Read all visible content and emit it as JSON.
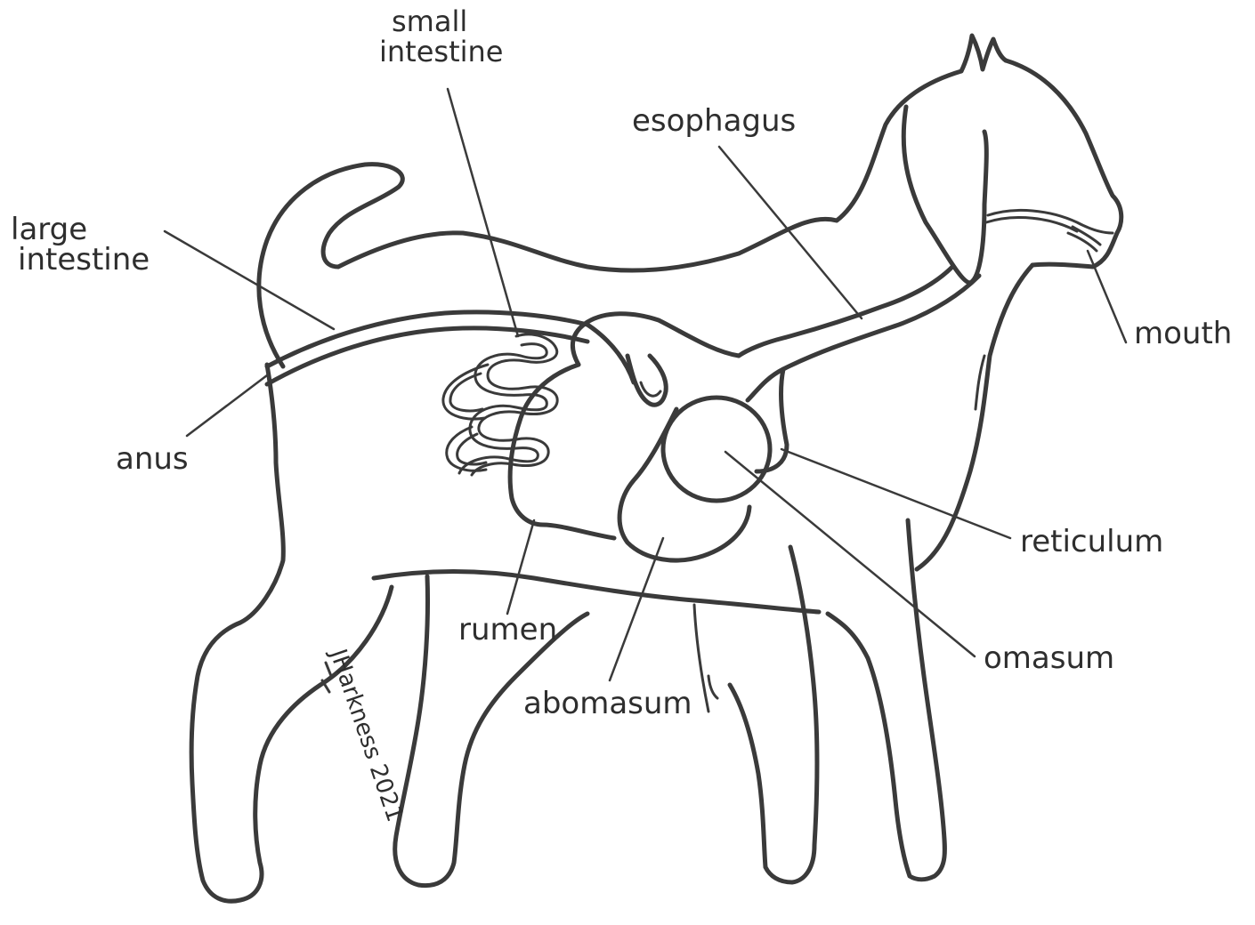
{
  "diagram": {
    "labels": {
      "small_intestine_line1": "small",
      "small_intestine_line2": "intestine",
      "esophagus": "esophagus",
      "large_intestine_line1": "large",
      "large_intestine_line2": "intestine",
      "mouth": "mouth",
      "anus": "anus",
      "reticulum": "reticulum",
      "rumen": "rumen",
      "omasum": "omasum",
      "abomasum": "abomasum"
    },
    "signature": "JHarkness 2021",
    "ink_color": "#3a3a3a"
  }
}
